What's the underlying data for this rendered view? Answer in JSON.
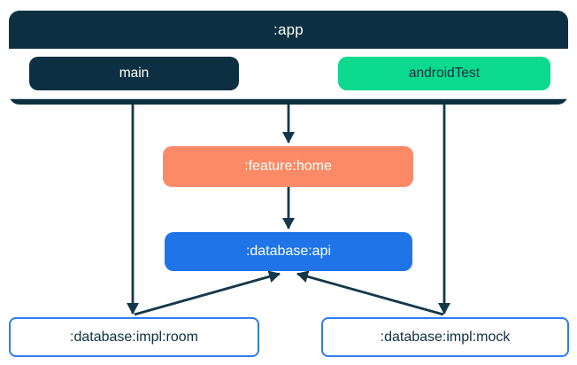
{
  "diagram": {
    "app": {
      "label": ":app",
      "source_sets": [
        {
          "label": "main"
        },
        {
          "label": "androidTest"
        }
      ]
    },
    "nodes": [
      {
        "id": "feature-home",
        "label": ":feature:home"
      },
      {
        "id": "database-api",
        "label": ":database:api"
      },
      {
        "id": "database-impl-room",
        "label": ":database:impl:room"
      },
      {
        "id": "database-impl-mock",
        "label": ":database:impl:mock"
      }
    ],
    "edges": [
      {
        "from": "main",
        "to": ":database:impl:room"
      },
      {
        "from": ":app",
        "to": ":feature:home"
      },
      {
        "from": "androidTest",
        "to": ":database:impl:mock"
      },
      {
        "from": ":feature:home",
        "to": ":database:api"
      },
      {
        "from": ":database:impl:room",
        "to": ":database:api"
      },
      {
        "from": ":database:impl:mock",
        "to": ":database:api"
      }
    ]
  },
  "colors": {
    "navy": "#0c3042",
    "edge": "#14384a",
    "green": "#0bda8e",
    "salmon": "#fd8a66",
    "blue": "#1f74e8",
    "box_border_blue": "#2e7cf0",
    "white": "#ffffff"
  }
}
